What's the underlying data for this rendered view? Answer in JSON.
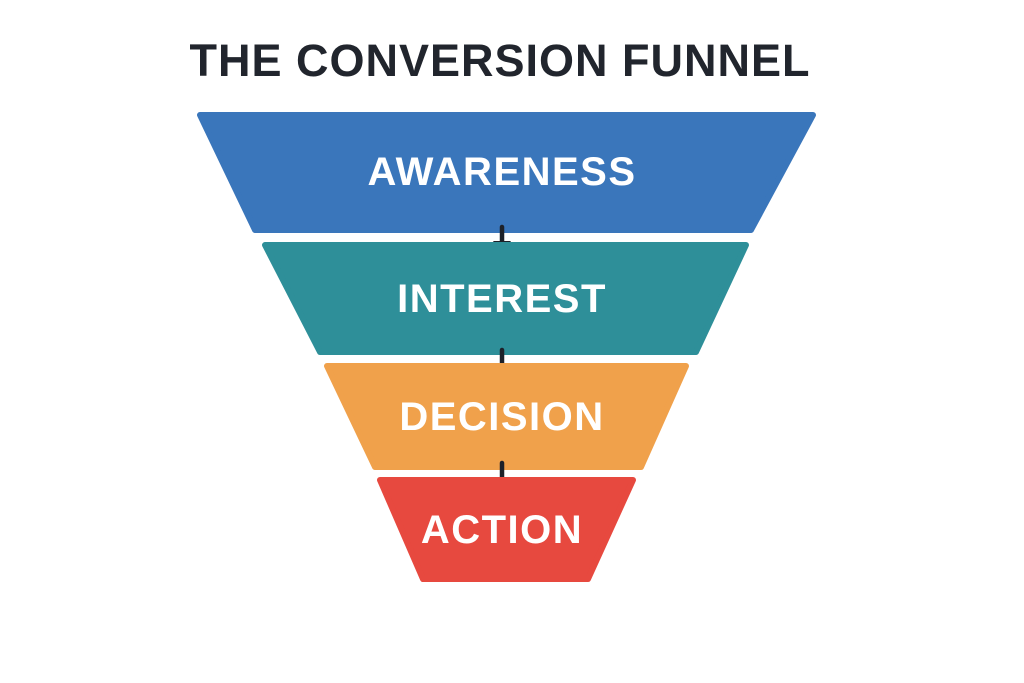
{
  "title": "THE CONVERSION FUNNEL",
  "funnel": {
    "stages": [
      {
        "label": "AWARENESS",
        "color": "#3a76bb"
      },
      {
        "label": "INTEREST",
        "color": "#2e8f99"
      },
      {
        "label": "DECISION",
        "color": "#f0a14b"
      },
      {
        "label": "ACTION",
        "color": "#e7493f"
      }
    ]
  },
  "colors": {
    "background": "#ffffff",
    "title_text": "#21252d",
    "stage_label_text": "#ffffff",
    "arrow": "#1d2129"
  }
}
